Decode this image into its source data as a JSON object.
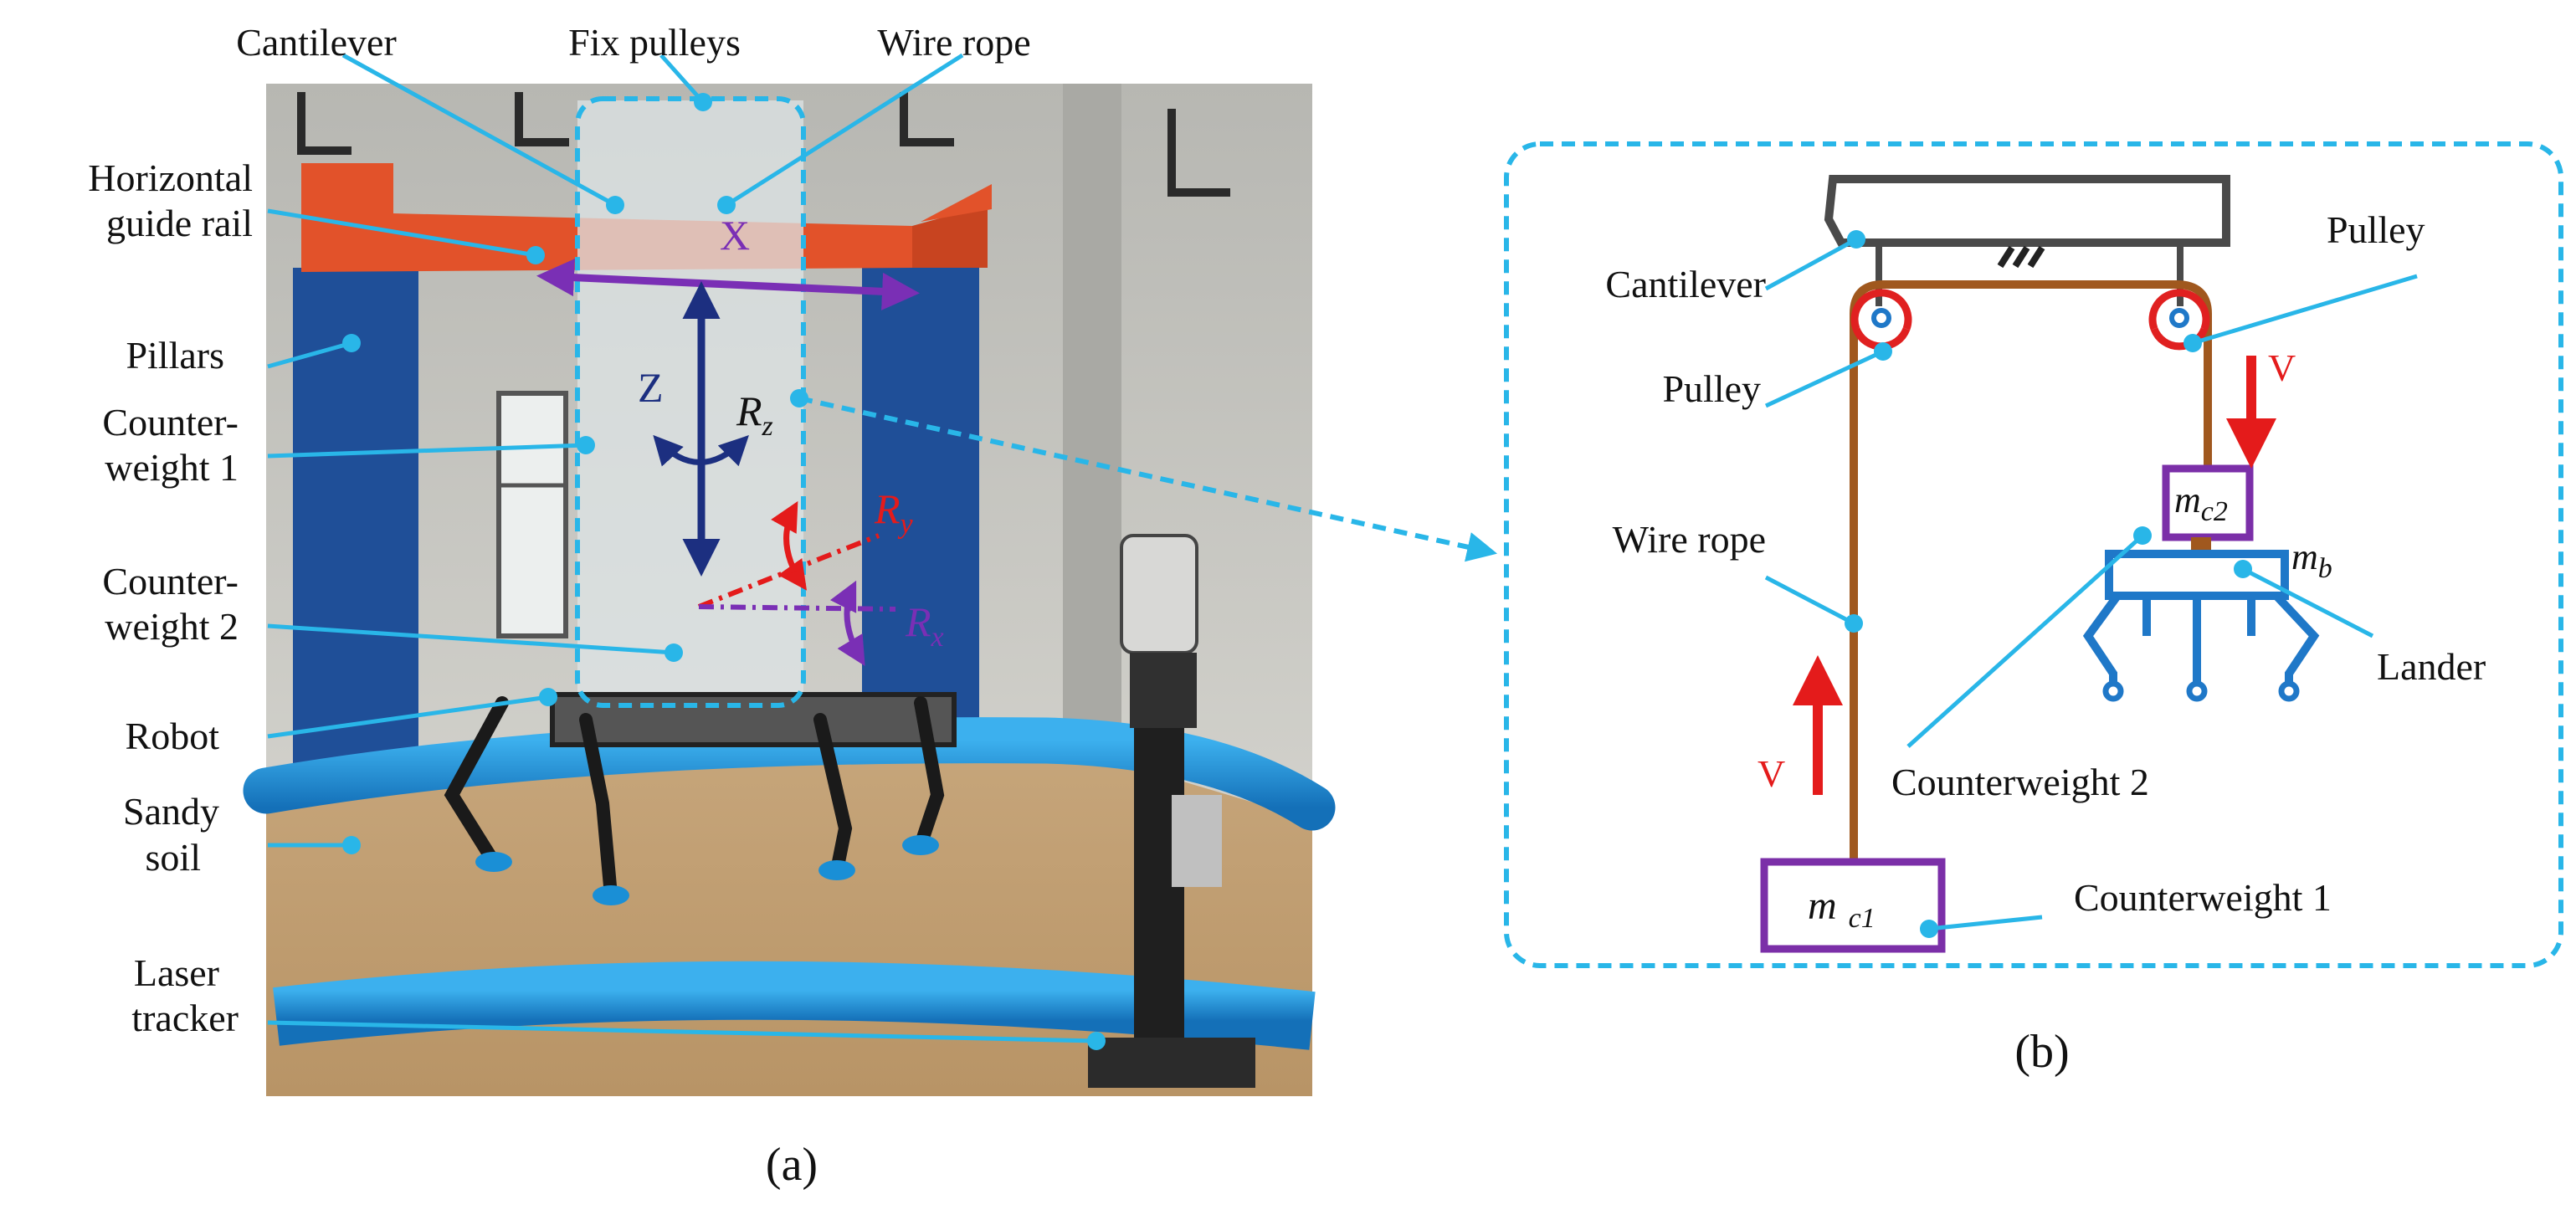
{
  "panel_a": {
    "caption": "(a)",
    "labels": {
      "cantilever": "Cantilever",
      "fix_pulleys": "Fix pulleys",
      "wire_rope": "Wire rope",
      "horizontal_guide_rail_1": "Horizontal",
      "horizontal_guide_rail_2": "guide rail",
      "pillars": "Pillars",
      "counterweight_1_line1": "Counter-",
      "counterweight_1_line2": "weight 1",
      "counterweight_2_line1": "Counter-",
      "counterweight_2_line2": "weight 2",
      "robot": "Robot",
      "sandy_soil_1": "Sandy",
      "sandy_soil_2": "soil",
      "laser_tracker_1": "Laser",
      "laser_tracker_2": "tracker"
    },
    "axes": {
      "x": "X",
      "z": "Z",
      "rz_main": "R",
      "rz_sub": "z",
      "ry_main": "R",
      "ry_sub": "y",
      "rx_main": "R",
      "rx_sub": "x"
    }
  },
  "panel_b": {
    "caption": "(b)",
    "labels": {
      "cantilever": "Cantilever",
      "pulley_right": "Pulley",
      "pulley_left": "Pulley",
      "wire_rope": "Wire rope",
      "lander": "Lander",
      "counterweight_2": "Counterweight 2",
      "counterweight_1": "Counterweight 1",
      "v_up": "V",
      "v_down": "V",
      "mc2_main": "m",
      "mc2_sub": "c2",
      "mb_main": "m",
      "mb_sub": "b",
      "mc1_main": "m",
      "mc1_sub": "c1"
    }
  },
  "colors": {
    "leader": "#29b6e8",
    "rope": "#a0581e",
    "pulley": "#e02020",
    "counterweight": "#7b2fa8",
    "lander": "#1f78c8",
    "rail": "#e2522a",
    "pillar": "#1f4f98",
    "pool": "#1a8fd6",
    "sand": "#c8a77c",
    "axis_dark": "#1c2f80",
    "axis_purple": "#7a2fb5",
    "axis_red": "#e41b1b",
    "velocity": "#e41b1b"
  }
}
